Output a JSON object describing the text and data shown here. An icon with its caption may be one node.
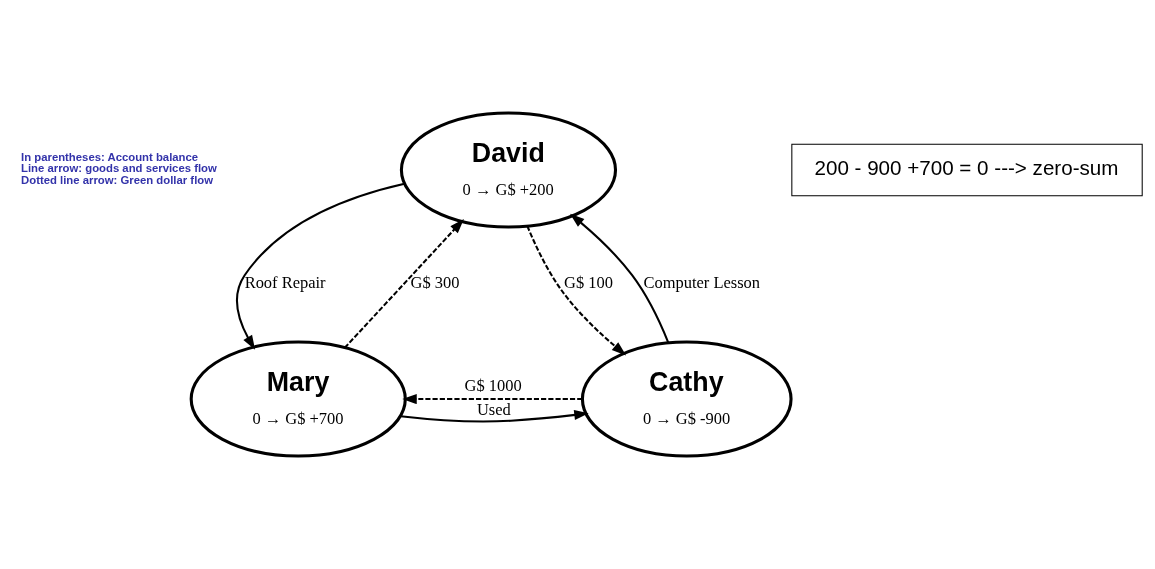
{
  "diagram": {
    "nodes": [
      {
        "text": [
          "David",
          "0 → G$ +200"
        ]
      },
      {
        "text": [
          "Mary",
          "0 → G$ +700"
        ]
      },
      {
        "text": [
          "Cathy",
          "0 → G$ -900"
        ]
      },
      {
        "text": [
          "200 - 900 +700 = 0 ---> zero-sum"
        ]
      }
    ],
    "edges": [
      {
        "from": 0,
        "to": 1,
        "arrow": "to",
        "label": "Roof Repair"
      },
      {
        "from": 1,
        "to": 0,
        "arrow": "to",
        "label": "G$ 300",
        "style": "dashed"
      },
      {
        "from": 0,
        "to": 2,
        "arrow": "to",
        "label": "G$ 100",
        "style": "dashed"
      },
      {
        "from": 2,
        "to": 0,
        "arrow": "to",
        "label": "Computer Lesson"
      },
      {
        "from": 2,
        "to": 1,
        "arrow": "to",
        "label": "G$ 1000",
        "style": "dashed"
      },
      {
        "from": 1,
        "to": 2,
        "arrow": "to",
        "label": "Used"
      }
    ],
    "labels": [
      "In parentheses: Account balance",
      "Line arrow: goods and services flow",
      "Dotted line arrow: Green dollar flow"
    ]
  }
}
